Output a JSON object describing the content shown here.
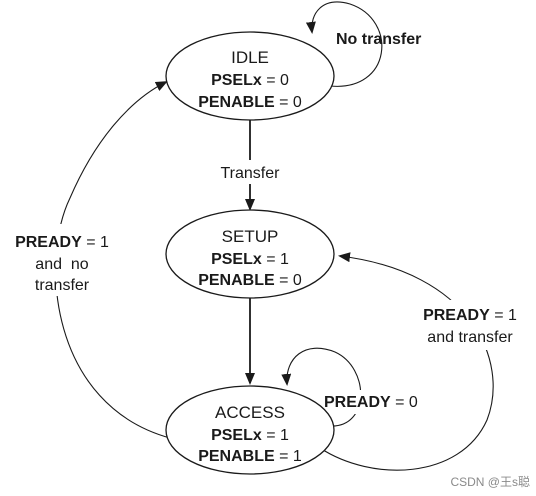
{
  "states": {
    "idle": {
      "name": "IDLE",
      "sig1_name": "PSELx",
      "sig1_value": " = 0",
      "sig2_name": "PENABLE",
      "sig2_value": " = 0"
    },
    "setup": {
      "name": "SETUP",
      "sig1_name": "PSELx",
      "sig1_value": " = 1",
      "sig2_name": "PENABLE",
      "sig2_value": " = 0"
    },
    "access": {
      "name": "ACCESS",
      "sig1_name": "PSELx",
      "sig1_value": " = 1",
      "sig2_name": "PENABLE",
      "sig2_value": " = 1"
    }
  },
  "transitions": {
    "idle_self": {
      "label": "No transfer"
    },
    "idle_to_setup": {
      "label": "Transfer"
    },
    "access_to_idle": {
      "line1_name": "PREADY",
      "line1_value": " = 1",
      "line2": "and  no",
      "line3": "transfer"
    },
    "access_to_setup": {
      "line1_name": "PREADY",
      "line1_value": " = 1",
      "line2": "and transfer"
    },
    "access_self": {
      "name": "PREADY",
      "value": " = 0"
    }
  },
  "watermark": "CSDN @王s聪"
}
